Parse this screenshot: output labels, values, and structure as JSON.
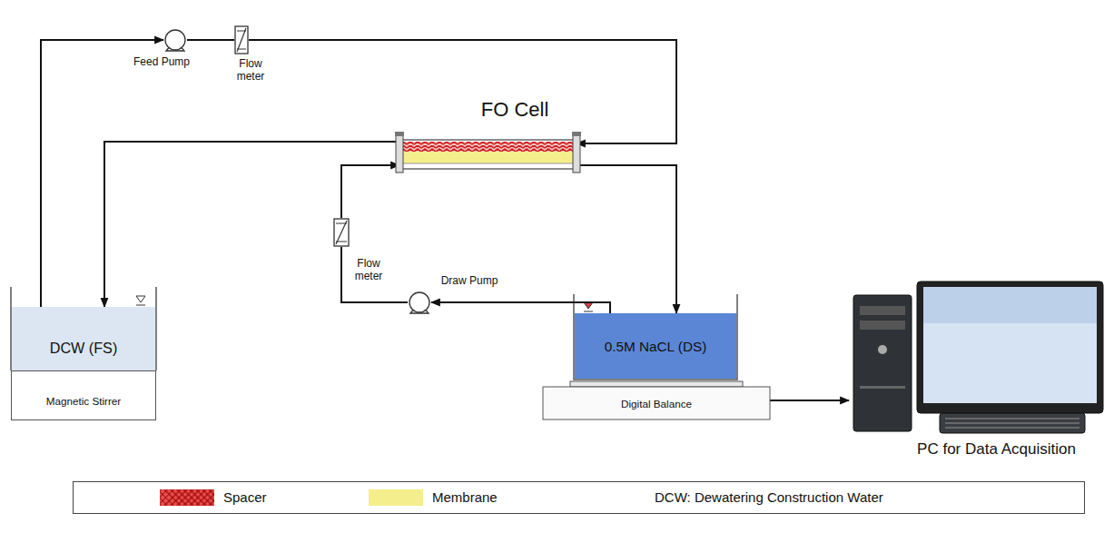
{
  "diagram": {
    "nodes": [
      {
        "text": [
          "FO Cell"
        ]
      },
      {
        "text": [
          "Feed Pump"
        ]
      },
      {
        "text": [
          "Flow meter"
        ]
      },
      {
        "text": [
          "DCW (FS)"
        ]
      },
      {
        "text": [
          "Magnetic Stirrer"
        ]
      },
      {
        "text": [
          "Flow meter"
        ]
      },
      {
        "text": [
          "Draw Pump"
        ]
      },
      {
        "text": [
          "0.5M NaCL (DS)"
        ]
      },
      {
        "text": [
          "Digital Balance"
        ]
      },
      {
        "text": [
          "PC for Data Acquisition"
        ]
      }
    ],
    "edges": [
      {
        "from": 3,
        "to": 1,
        "arrow": "to"
      },
      {
        "from": 1,
        "to": 2,
        "arrow": "none"
      },
      {
        "from": 2,
        "to": 0,
        "arrow": "to"
      },
      {
        "from": 0,
        "to": 3,
        "arrow": "to"
      },
      {
        "from": 7,
        "to": 6,
        "arrow": "to"
      },
      {
        "from": 6,
        "to": 5,
        "arrow": "none"
      },
      {
        "from": 5,
        "to": 0,
        "arrow": "to"
      },
      {
        "from": 0,
        "to": 7,
        "arrow": "to"
      },
      {
        "from": 8,
        "to": 9,
        "arrow": "to"
      }
    ],
    "labels": [
      "DCW: Dewatering Construction Water"
    ],
    "legend": [
      {
        "text": "Spacer",
        "color": "#e05050"
      },
      {
        "text": "Membrane",
        "color": "#f4ef8c"
      }
    ]
  }
}
